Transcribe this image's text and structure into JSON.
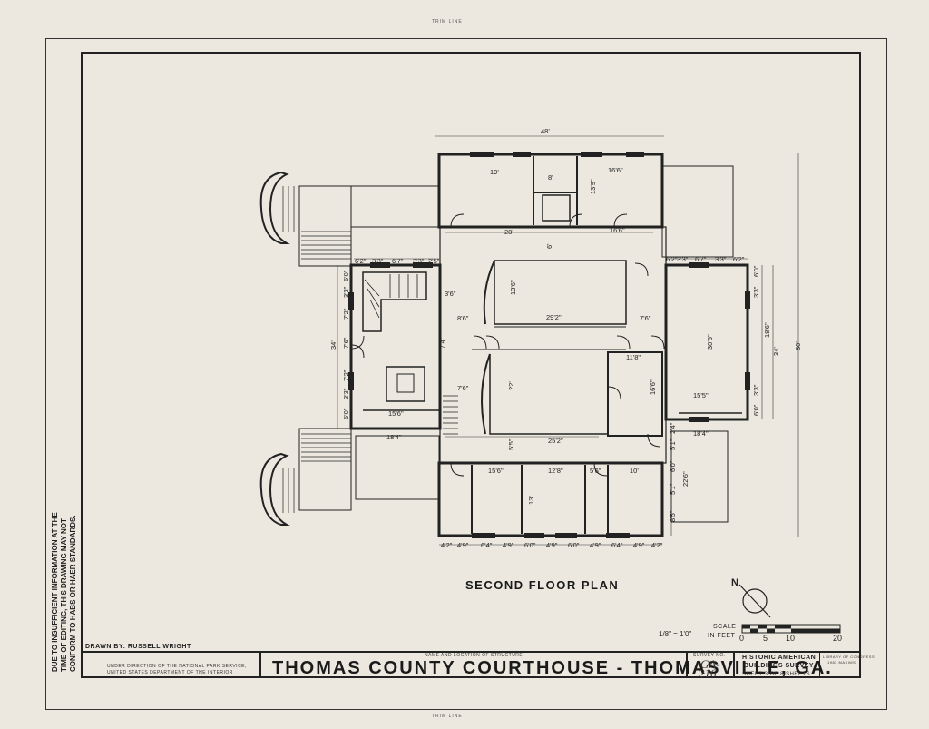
{
  "trim_line": "TRIM LINE",
  "plan_title": "SECOND FLOOR PLAN",
  "side_note": [
    "DUE TO INSUFFICIENT INFORMATION AT THE",
    "TIME OF EDITING, THIS DRAWING MAY NOT",
    "CONFORM TO HABS OR HAER STANDARDS."
  ],
  "north_label": "N",
  "scale": {
    "label": [
      "SCALE",
      "IN FEET"
    ],
    "ticks": [
      "0",
      "5",
      "10",
      "20"
    ],
    "ratio": "1/8\" = 1'0\""
  },
  "title_block": {
    "drawn_by": "DRAWN BY: RUSSELL WRIGHT",
    "direction": [
      "UNDER DIRECTION OF THE NATIONAL PARK SERVICE,",
      "UNITED STATES DEPARTMENT OF THE INTERIOR"
    ],
    "name_caption": "NAME AND LOCATION OF STRUCTURE",
    "name": "THOMAS COUNTY COURTHOUSE - THOMASVILLE, GA.",
    "survey_label": "SURVEY NO.",
    "survey_no": [
      "GA-",
      "216"
    ],
    "agency": [
      "HISTORIC AMERICAN",
      "BUILDINGS SURVEY"
    ],
    "sheet": "SHEET 3 OF 8 SHEETS",
    "copyright": [
      "LIBRARY OF CONGRESS",
      "1983 MAXIMS"
    ]
  },
  "dimensions": {
    "overall_width": "48'",
    "overall_depth": "80'",
    "top_rooms": [
      "19'",
      "8'",
      "16'6\"",
      "13'9\"",
      "28'",
      "16'6\"",
      "6'"
    ],
    "left_top_row": [
      "6'2\"",
      "3'3\"",
      "6'7\"",
      "3'3\"",
      "2'5\""
    ],
    "right_top_row": [
      "6'2\"",
      "3'3\"",
      "6'7\"",
      "3'3\"",
      "6'2\""
    ],
    "left_column": [
      "6'0\"",
      "3'3\"",
      "7'2\"",
      "7'6\"",
      "7'2\"",
      "3'3\"",
      "6'0\""
    ],
    "left_overall": "34'",
    "right_column": [
      "6'0\"",
      "3'3\"",
      "3'3\"",
      "6'0\""
    ],
    "right_span": "18'6\"",
    "right_overall": "34'",
    "courtroom": [
      "13'6\"",
      "29'2\"",
      "8'6\"",
      "7'6\"",
      "11'8\"",
      "30'6\"",
      "22'",
      "16'6\"",
      "15'5\"",
      "25'2\"",
      "5'5\"",
      "7'4\"",
      "7'6\"",
      "3'6\"",
      "15'6\"",
      "18'4\"",
      "18'4\""
    ],
    "bottom_rooms": [
      "15'6\"",
      "12'8\"",
      "5'6\"",
      "10'",
      "13'",
      "6'0\"",
      "5'1\"",
      "22'6\"",
      "8'5\"",
      "2'4\"",
      "5'1\""
    ],
    "bottom_row": [
      "4'2\"",
      "4'9\"",
      "6'4\"",
      "4'9\"",
      "6'0\"",
      "4'9\"",
      "6'0\"",
      "4'9\"",
      "6'4\"",
      "4'9\"",
      "4'2\""
    ]
  }
}
